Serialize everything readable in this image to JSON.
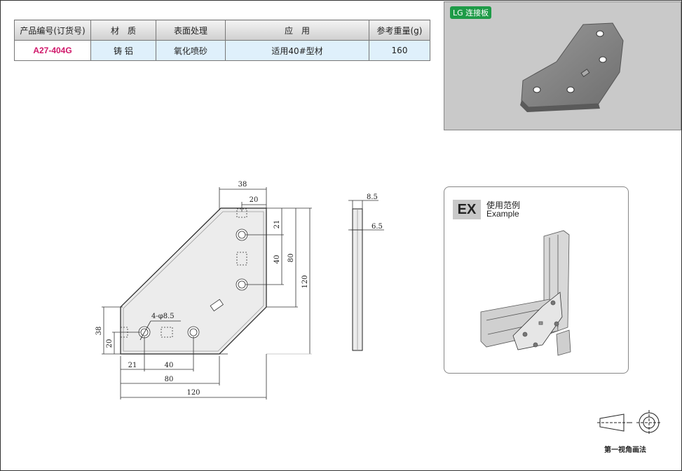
{
  "spec_table": {
    "headers": [
      "产品编号(订货号)",
      "材　质",
      "表面处理",
      "应　用",
      "参考重量(g)"
    ],
    "row": [
      "A27-404G",
      "铸 铝",
      "氧化喷砂",
      "适用40#型材",
      "160"
    ]
  },
  "photo": {
    "badge": "LG 连接板"
  },
  "drawing": {
    "dims": {
      "d38_top": "38",
      "d20_top": "20",
      "d21_right": "21",
      "d40_right": "40",
      "d80_right": "80",
      "d120_right": "120",
      "d38_left": "38",
      "d20_left": "20",
      "d21_bottom": "21",
      "d40_bottom": "40",
      "d80_bottom": "80",
      "d120_bottom": "120",
      "holes": "4-φ8.5",
      "side_85": "8.5",
      "side_65": "6.5"
    }
  },
  "example": {
    "tag": "EX",
    "title_cn": "使用范例",
    "title_en": "Example"
  },
  "projection": {
    "label": "第一视角画法"
  }
}
